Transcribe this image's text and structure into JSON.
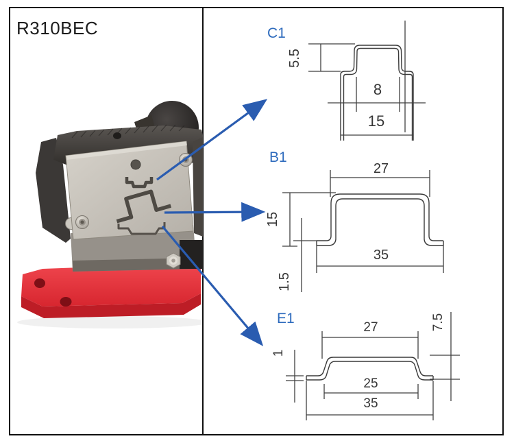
{
  "product": {
    "model": "R310BEC"
  },
  "diagrams": {
    "c1": {
      "label": "C1",
      "dims": {
        "hat_height": "5.5",
        "hat_width": "8",
        "rail_width": "15"
      }
    },
    "b1": {
      "label": "B1",
      "dims": {
        "top_width": "27",
        "height": "15",
        "base_width": "35",
        "thickness": "1.5"
      }
    },
    "e1": {
      "label": "E1",
      "dims": {
        "top_width": "27",
        "height": "7.5",
        "thickness": "1",
        "inner_width": "25",
        "base_width": "35"
      }
    }
  },
  "colors": {
    "section_label_blue": "#2e6bbd",
    "arrow_blue": "#2a5cb0",
    "drawing_line": "#3a3a3a",
    "base_red": "#e1333c",
    "steel_plate": "#c7c3bb",
    "body_dark": "#3b3836",
    "border_black": "#0f0f0f"
  }
}
